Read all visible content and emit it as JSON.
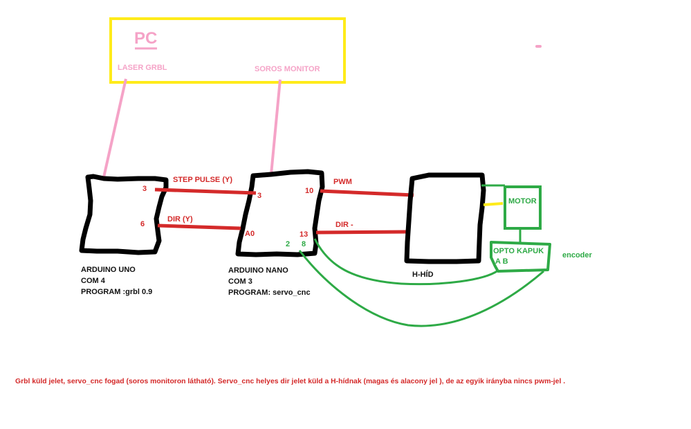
{
  "pc": {
    "title": "PC",
    "port_laser": "LASER GRBL",
    "port_serial": "SOROS MONITOR"
  },
  "uno": {
    "pin_step": "3",
    "pin_dir": "6",
    "caption_line1": "ARDUINO UNO",
    "caption_line2": "COM 4",
    "caption_line3": "PROGRAM :grbl 0.9"
  },
  "nano": {
    "pin_step_in": "3",
    "pin_dir_in": "A0",
    "pin_pwm_out": "10",
    "pin_dir_out": "13",
    "pin_enc_a": "2",
    "pin_enc_b": "8",
    "caption_line1": "ARDUINO NANO",
    "caption_line2": "COM 3",
    "caption_line3": "PROGRAM: servo_cnc"
  },
  "wires": {
    "step_pulse": "STEP PULSE (Y)",
    "dir_y": "DIR (Y)",
    "pwm": "PWM",
    "dir_out": "DIR -"
  },
  "hbridge": {
    "caption": "H-HÍD"
  },
  "motor": {
    "label": "MOTOR"
  },
  "opto": {
    "line1": "OPTO KAPUK",
    "line2": "A B"
  },
  "encoder": {
    "label": "encoder"
  },
  "footer": {
    "note": "Grbl küld jelet, servo_cnc fogad (soros monitoron látható).  Servo_cnc helyes dir jelet küld a H-hídnak (magas és alacony jel ), de az egyik irányba nincs pwm-jel ."
  },
  "colors": {
    "pc_frame": "#ffeb1a",
    "usb_wire": "#f5a3c7",
    "signal_wire": "#d42a2a",
    "encoder_wire": "#2eaa46",
    "board_outline": "#000000"
  }
}
